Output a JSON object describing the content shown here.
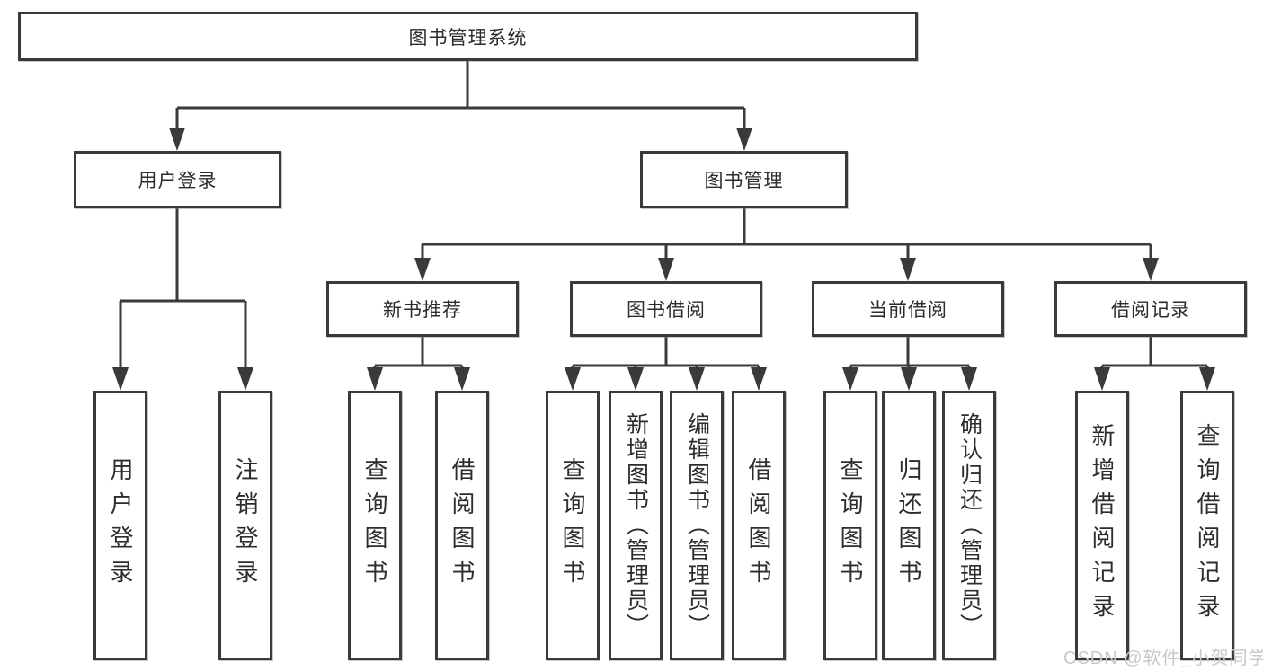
{
  "tree": {
    "label": "图书管理系统",
    "children": [
      {
        "label": "用户登录",
        "children": [
          {
            "label": "用户登录"
          },
          {
            "label": "注销登录"
          }
        ]
      },
      {
        "label": "图书管理",
        "children": [
          {
            "label": "新书推荐",
            "children": [
              {
                "label": "查询图书"
              },
              {
                "label": "借阅图书"
              }
            ]
          },
          {
            "label": "图书借阅",
            "children": [
              {
                "label": "查询图书"
              },
              {
                "label": "新增图书（管理员）"
              },
              {
                "label": "编辑图书（管理员）"
              },
              {
                "label": "借阅图书"
              }
            ]
          },
          {
            "label": "当前借阅",
            "children": [
              {
                "label": "查询图书"
              },
              {
                "label": "归还图书"
              },
              {
                "label": "确认归还（管理员）"
              }
            ]
          },
          {
            "label": "借阅记录",
            "children": [
              {
                "label": "新增借阅记录"
              },
              {
                "label": "查询借阅记录"
              }
            ]
          }
        ]
      }
    ]
  },
  "watermark": {
    "text": "CSDN @软件_小贺同学"
  },
  "colors": {
    "background": "#ffffff",
    "line": "#3a3a3a",
    "box_border": "#3a3a3a",
    "text": "#2d2d2d",
    "watermark": "#c9c9c9"
  }
}
